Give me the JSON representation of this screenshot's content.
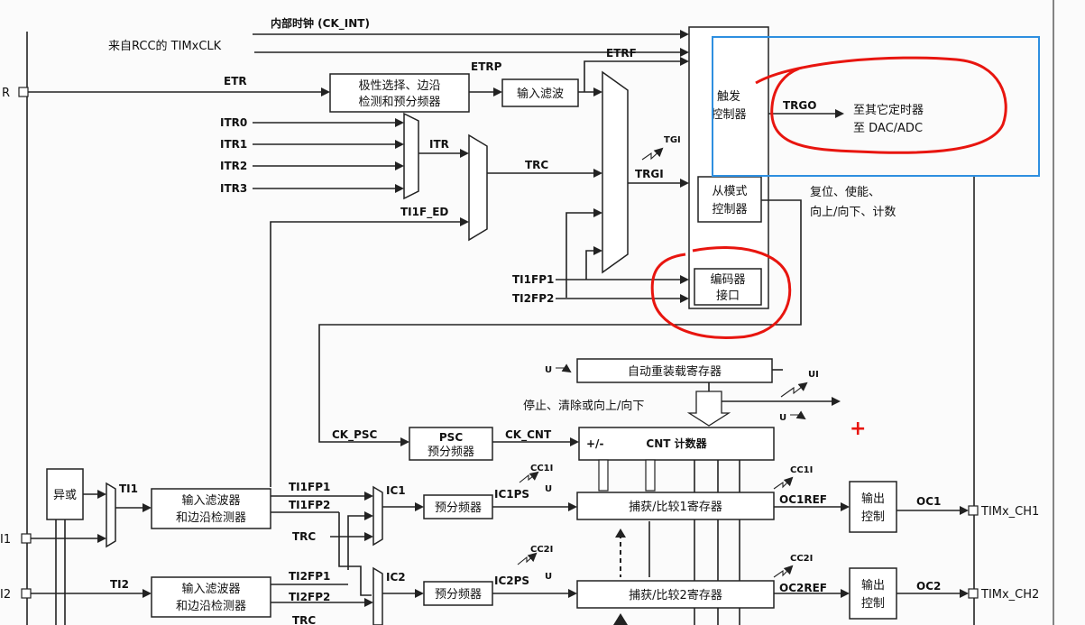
{
  "inputs": {
    "ck_int": "内部时钟 (CK_INT)",
    "rcc_clk": "来自RCC的 TIMxCLK",
    "etr": "ETR",
    "etr_pin": "R",
    "ti1_pin": "I1",
    "ti2_pin": "I2",
    "itr": [
      "ITR0",
      "ITR1",
      "ITR2",
      "ITR3"
    ],
    "ti1f_ed": "TI1F_ED",
    "ti1fp1_enc": "TI1FP1",
    "ti2fp2_enc": "TI2FP2"
  },
  "signals": {
    "etrp": "ETRP",
    "etrf": "ETRF",
    "itr": "ITR",
    "trc": "TRC",
    "trgi": "TRGI",
    "tgi": "TGI",
    "trgo": "TRGO",
    "ck_psc": "CK_PSC",
    "ck_cnt": "CK_CNT",
    "u": "U",
    "ui": "UI",
    "ti1": "TI1",
    "ti2": "TI2",
    "ti1fp1": "TI1FP1",
    "ti1fp2": "TI1FP2",
    "ti2fp1": "TI2FP1",
    "ti2fp2": "TI2FP2",
    "trc1": "TRC",
    "trc2": "TRC",
    "ic1": "IC1",
    "ic2": "IC2",
    "ic1ps": "IC1PS",
    "ic2ps": "IC2PS",
    "cc1i": "CC1I",
    "cc2i": "CC2I",
    "cc1i_out": "CC1I",
    "cc2i_out": "CC2I",
    "oc1ref": "OC1REF",
    "oc2ref": "OC2REF",
    "oc1": "OC1",
    "oc2": "OC2"
  },
  "blocks": {
    "etr_filter_1": "极性选择、边沿",
    "etr_filter_2": "检测和预分频器",
    "input_filter": "输入滤波",
    "trigger_ctrl_1": "触发",
    "trigger_ctrl_2": "控制器",
    "slave_ctrl_1": "从模式",
    "slave_ctrl_2": "控制器",
    "encoder_1": "编码器",
    "encoder_2": "接口",
    "autoreload": "自动重装载寄存器",
    "psc_title": "PSC",
    "psc_sub": "预分频器",
    "cnt": "CNT 计数器",
    "cnt_updown": "+/-",
    "xor": "异或",
    "filter1_1": "输入滤波器",
    "filter1_2": "和边沿检测器",
    "filter2_1": "输入滤波器",
    "filter2_2": "和边沿检测器",
    "prescaler1": "预分频器",
    "prescaler2": "预分频器",
    "cc1": "捕获/比较1寄存器",
    "cc2": "捕获/比较2寄存器",
    "out1_1": "输出",
    "out1_2": "控制",
    "out2_1": "输出",
    "out2_2": "控制"
  },
  "annotations": {
    "trgo_dest_1": "至其它定时器",
    "trgo_dest_2": "至 DAC/ADC",
    "slave_action_1": "复位、使能、",
    "slave_action_2": "向上/向下、计数",
    "cnt_action": "停止、清除或向上/向下",
    "plus_mark": "+"
  },
  "outputs": {
    "ch1": "TIMx_CH1",
    "ch2": "TIMx_CH2"
  },
  "colors": {
    "highlight_box": "#2e8fe0",
    "highlight_scribble": "#e8150f"
  }
}
